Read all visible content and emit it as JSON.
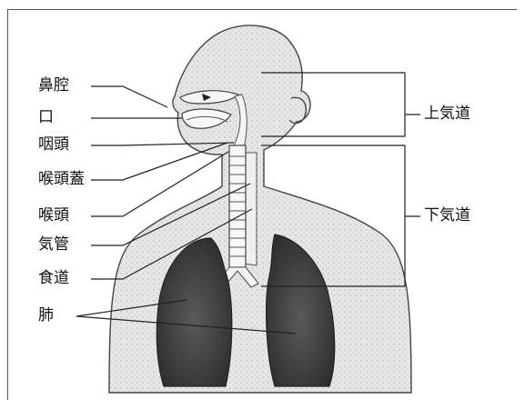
{
  "diagram": {
    "colors": {
      "body_fill": "#dcdcdc",
      "lung_fill": "#3a3a3a",
      "outline": "#222222",
      "line": "#222222"
    },
    "left_labels": {
      "nasal_cavity": "鼻腔",
      "mouth": "口",
      "pharynx": "咽頭",
      "epiglottis": "喉頭蓋",
      "larynx": "喉頭",
      "trachea": "気管",
      "esophagus": "食道",
      "lungs": "肺"
    },
    "right_labels": {
      "upper_airway": "上気道",
      "lower_airway": "下気道"
    }
  }
}
